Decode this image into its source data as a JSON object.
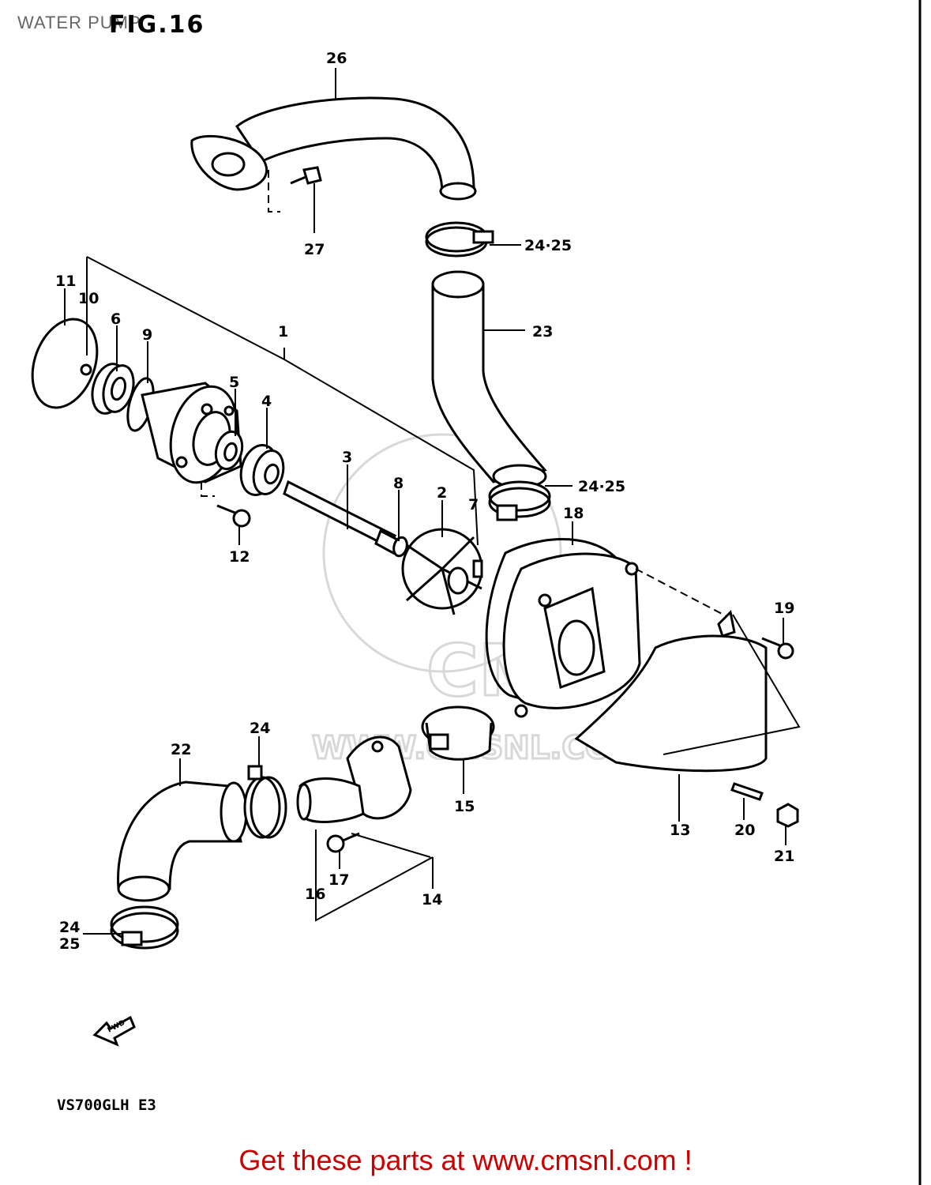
{
  "header": {
    "page_title": "WATER PUMP",
    "figure": "FIG.16"
  },
  "watermark": {
    "site": "WWW.CMSNL.COM",
    "logo": "CMS"
  },
  "callouts": [
    "1",
    "2",
    "3",
    "4",
    "5",
    "6",
    "7",
    "8",
    "9",
    "10",
    "11",
    "12",
    "13",
    "14",
    "15",
    "16",
    "17",
    "18",
    "19",
    "20",
    "21",
    "22",
    "23",
    "24",
    "24·25",
    "24·25",
    "24·25",
    "26",
    "27"
  ],
  "labels": {
    "l1": "1",
    "l2": "2",
    "l3": "3",
    "l4": "4",
    "l5": "5",
    "l6": "6",
    "l7": "7",
    "l8": "8",
    "l9": "9",
    "l10": "10",
    "l11": "11",
    "l12": "12",
    "l13": "13",
    "l14": "14",
    "l15": "15",
    "l16": "16",
    "l17": "17",
    "l18": "18",
    "l19": "19",
    "l20": "20",
    "l21": "21",
    "l22": "22",
    "l23": "23",
    "l24": "24",
    "l2425a": "24·25",
    "l2425b": "24·25",
    "l24b": "24",
    "l25b": "25",
    "l26": "26",
    "l27": "27"
  },
  "fwd_mark": "FWD",
  "model": "VS700GLH  E3",
  "footer": "Get these parts at www.cmsnl.com !",
  "colors": {
    "footer": "#cc0000",
    "line": "#000000",
    "watermark": "#d8d8d8"
  }
}
